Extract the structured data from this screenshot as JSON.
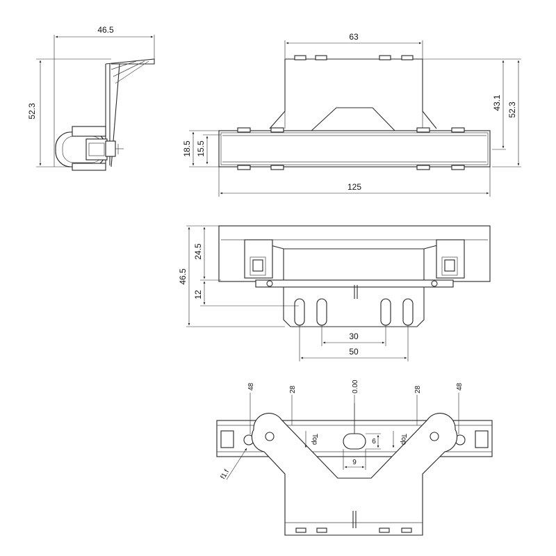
{
  "views": {
    "side": {
      "width": "46.5",
      "height": "52.3"
    },
    "front": {
      "top_width": "63",
      "height_a": "43.1",
      "height_b": "52.3",
      "h1": "18.5",
      "h2": "15.5",
      "width": "125"
    },
    "top": {
      "h_total": "46.5",
      "h_upper": "24.5",
      "h_lower": "12",
      "span_inner": "30",
      "span_outer": "50"
    },
    "bottom": {
      "callouts": [
        "48",
        "28",
        "0.00",
        "28",
        "48"
      ],
      "top_mark_left": "Top",
      "top_mark_right": "Top",
      "slot_h": "6",
      "slot_w": "9",
      "note": "f1.f"
    }
  },
  "colors": {
    "line": "#2a2a2a",
    "background": "#ffffff"
  }
}
